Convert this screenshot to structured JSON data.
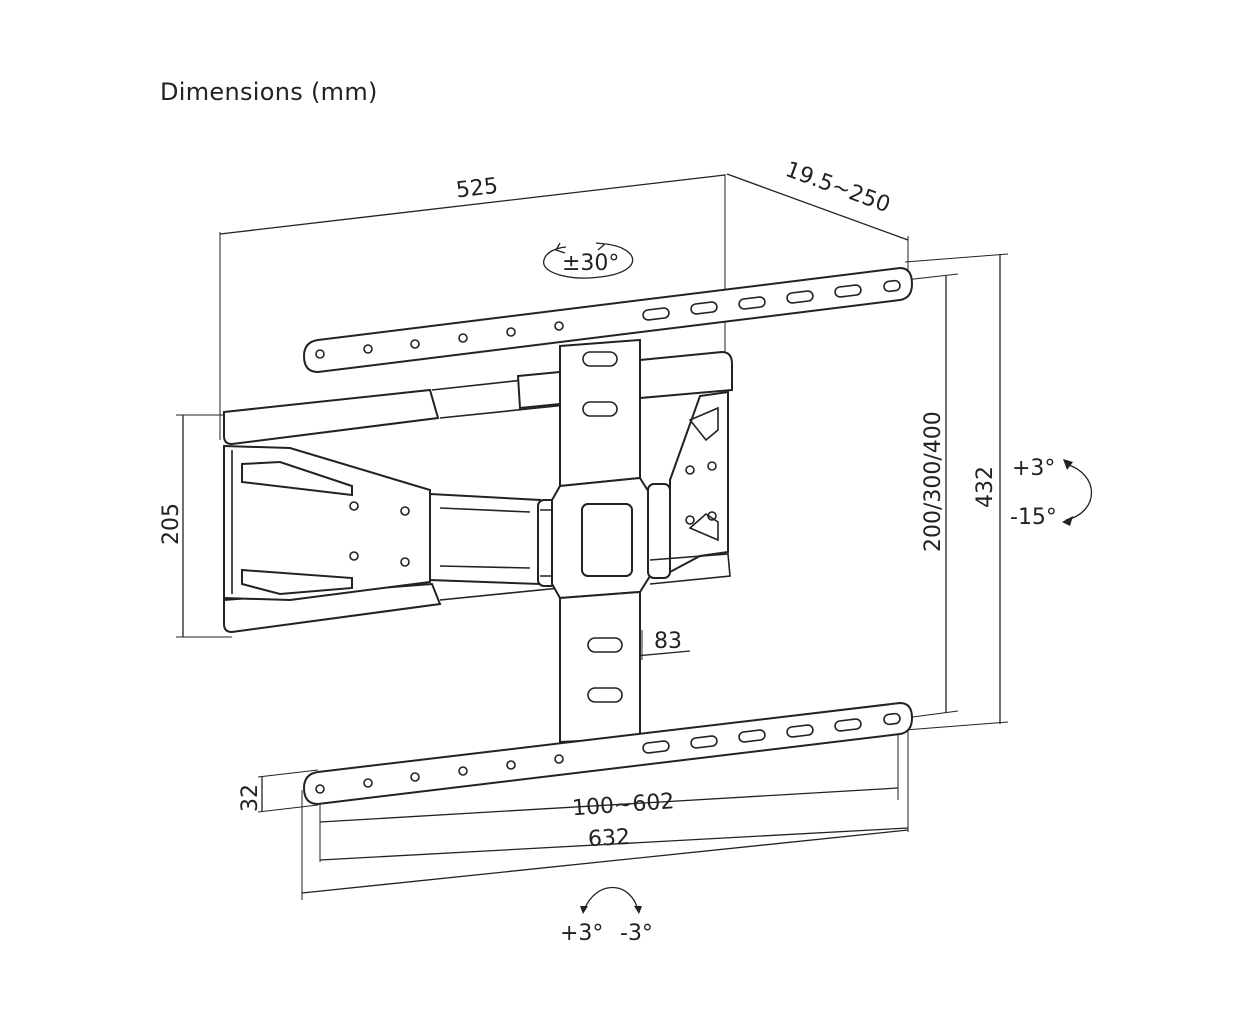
{
  "title": "Dimensions (mm)",
  "dimensions": {
    "width_top": "525",
    "depth": "19.5~250",
    "swivel": "±30°",
    "arm_height": "205",
    "vesa_vertical": "200/300/400",
    "total_height": "432",
    "tilt_up": "+3°",
    "tilt_down": "-15°",
    "plate_width": "83",
    "rail_height": "32",
    "vesa_horizontal": "100~602",
    "rail_width": "632",
    "level_plus": "+3°",
    "level_minus": "-3°"
  }
}
